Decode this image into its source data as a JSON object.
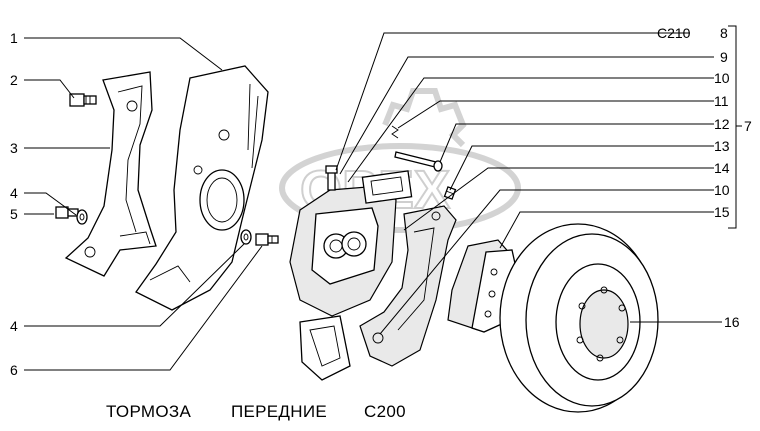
{
  "callouts": {
    "c1": "1",
    "c2": "2",
    "c3": "3",
    "c4a": "4",
    "c5": "5",
    "c4b": "4",
    "c6": "6",
    "c8_ref": "C210",
    "c8": "8",
    "c9": "9",
    "c10a": "10",
    "c11": "11",
    "c12": "12",
    "c13": "13",
    "c14": "14",
    "c10b": "10",
    "c15": "15",
    "c7": "7",
    "c16": "16"
  },
  "caption": {
    "group": "ТОРМОЗА",
    "subgroup": "ПЕРЕДНИЕ",
    "code": "C200"
  },
  "watermark": {
    "text": "OPEX"
  }
}
